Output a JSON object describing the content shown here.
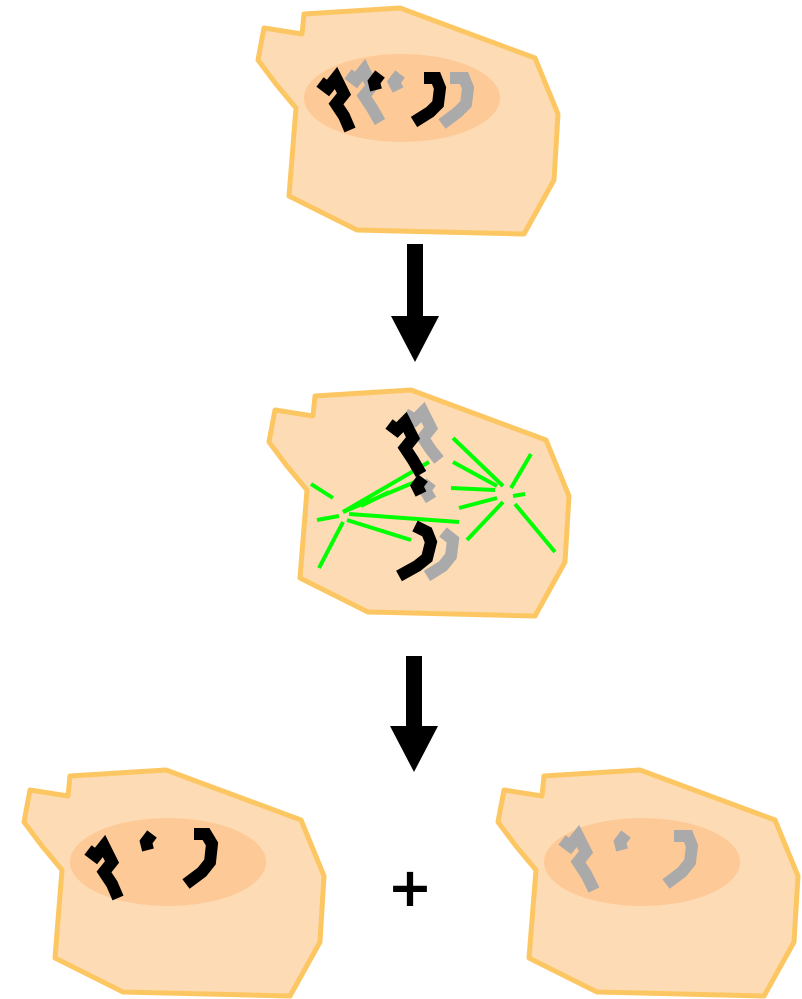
{
  "colors": {
    "background": "#ffffff",
    "cell_fill": "#fddbb4",
    "cell_outline": "#fcc763",
    "nucleus_fill": "#fdc996",
    "chromosome_dark": "#000000",
    "chromosome_light": "#aaaaaa",
    "spindle": "#00ff00",
    "arrow": "#000000"
  },
  "plus_sign": "+",
  "stages": [
    {
      "name": "parent-cell",
      "chromosomes": [
        "dark",
        "light"
      ]
    },
    {
      "name": "dividing-cell-with-spindle",
      "chromosomes": [
        "dark",
        "light"
      ]
    },
    {
      "name": "daughter-cell-dark",
      "chromosomes": [
        "dark"
      ]
    },
    {
      "name": "daughter-cell-light",
      "chromosomes": [
        "light"
      ]
    }
  ],
  "icons": [
    "down-arrow-icon",
    "down-arrow-icon",
    "plus-icon"
  ]
}
